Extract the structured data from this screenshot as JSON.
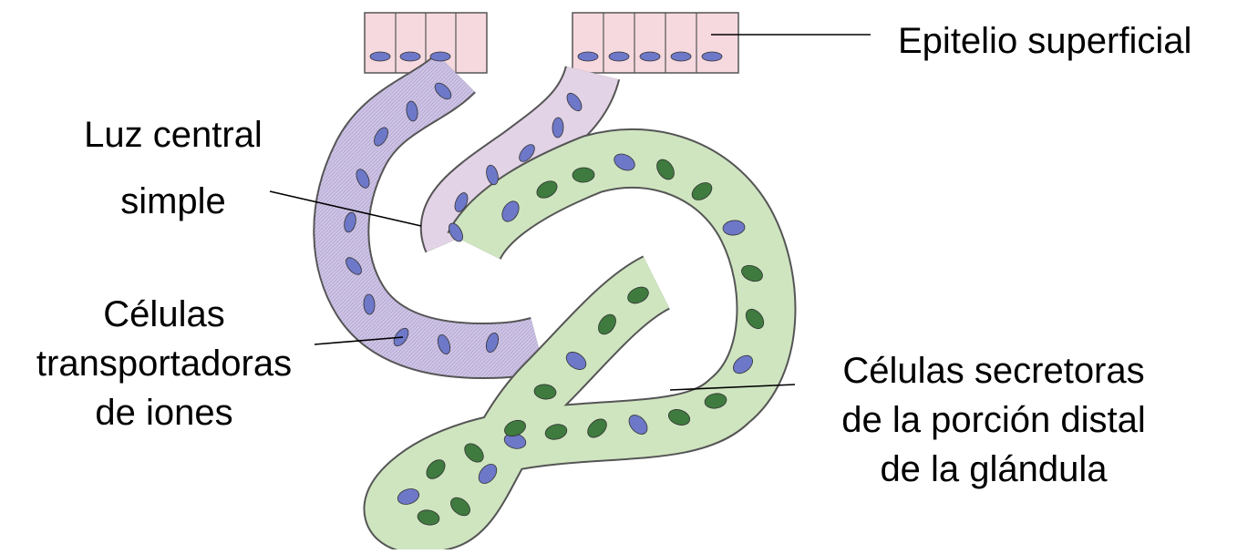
{
  "labels": {
    "epitelio": "Epitelio superficial",
    "luz_line1": "Luz central",
    "luz_line2": "simple",
    "transportadoras": [
      "Células",
      "transportadoras",
      "de iones"
    ],
    "secretoras": [
      "Células secretoras",
      "de la porción distal",
      "de la glándula"
    ]
  },
  "colors": {
    "surface_epithelium": "#f6d9df",
    "transport_cells": "#cfc3e6",
    "secretory_cells": "#cfe5c0",
    "secretory_nucleus": "#3f7a3f",
    "nucleus": "#6e78c8",
    "outline": "#555555"
  }
}
